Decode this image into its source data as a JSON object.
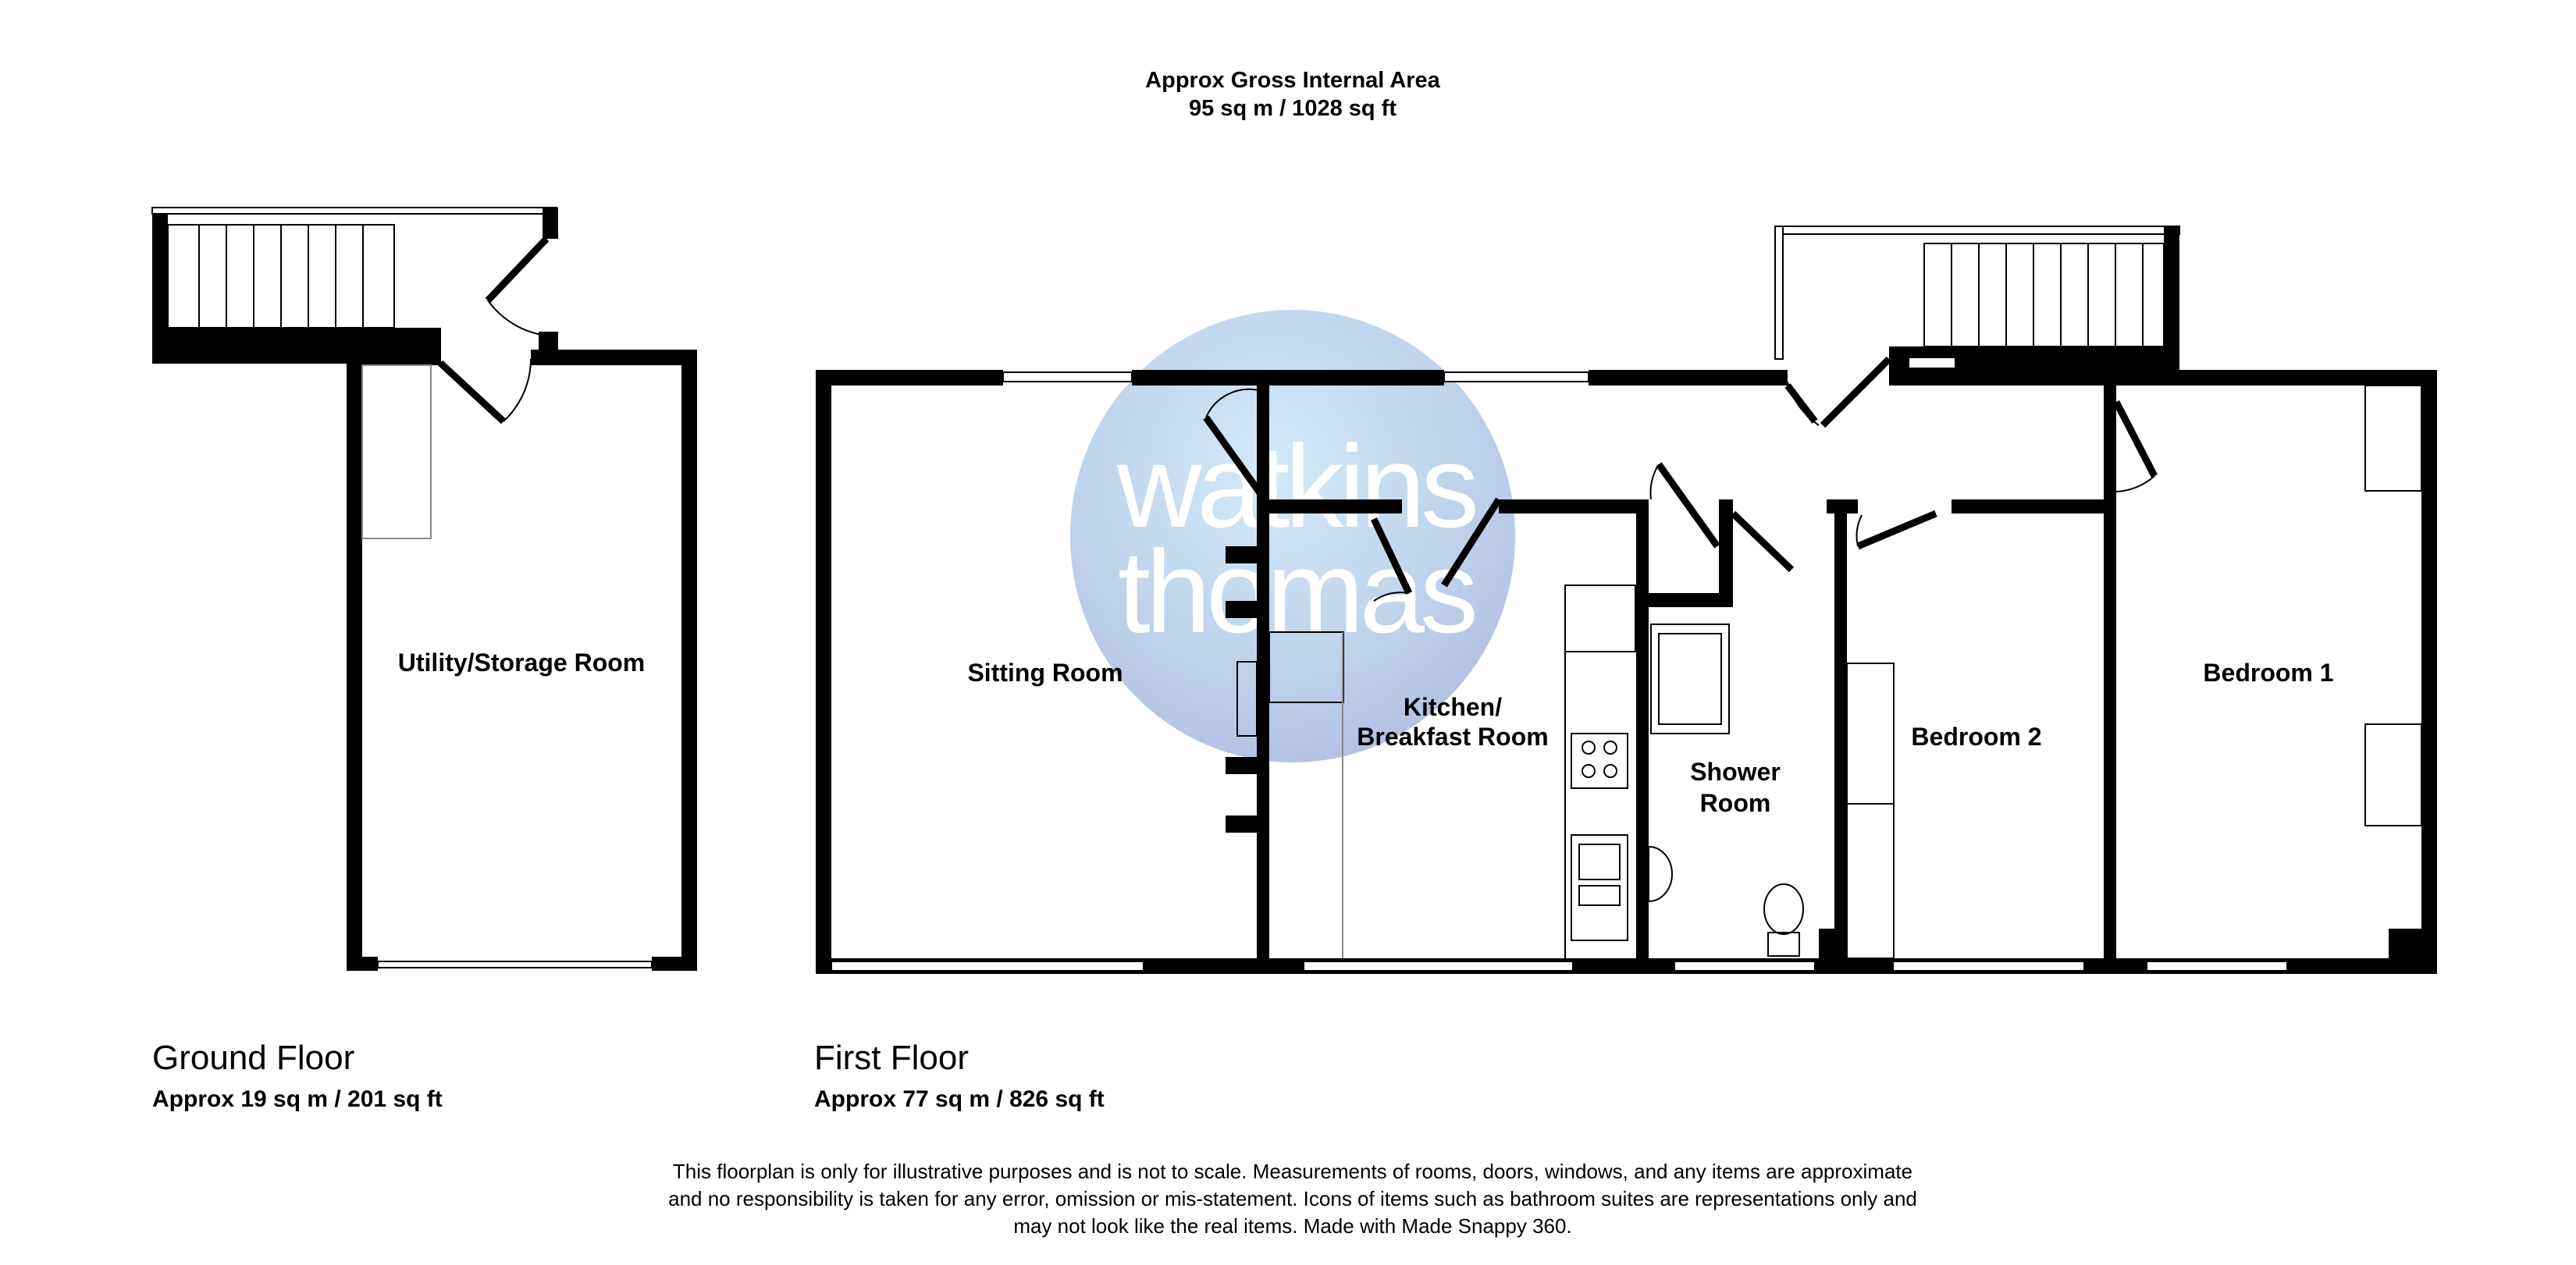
{
  "header": {
    "title": "Approx Gross Internal Area",
    "total_area": "95 sq m / 1028 sq ft"
  },
  "watermark": {
    "line1": "watkins",
    "line2": "thomas",
    "color": "#b8d6ec"
  },
  "ground_floor": {
    "name": "Ground Floor",
    "area": "Approx 19 sq m / 201 sq ft",
    "rooms": [
      "Utility/Storage Room"
    ]
  },
  "first_floor": {
    "name": "First Floor",
    "area": "Approx 77 sq m / 826 sq ft",
    "rooms": {
      "sitting": "Sitting Room",
      "kitchen_line1": "Kitchen/",
      "kitchen_line2": "Breakfast Room",
      "shower_line1": "Shower",
      "shower_line2": "Room",
      "bedroom2": "Bedroom 2",
      "bedroom1": "Bedroom 1"
    }
  },
  "disclaimer": [
    "This floorplan is only for illustrative purposes and is not to scale. Measurements of rooms, doors, windows, and any items are approximate",
    "and no responsibility is taken for any error, omission or mis-statement. Icons of items such as bathroom suites are representations only and",
    "may not look like the real items. Made with Made Snappy 360."
  ]
}
